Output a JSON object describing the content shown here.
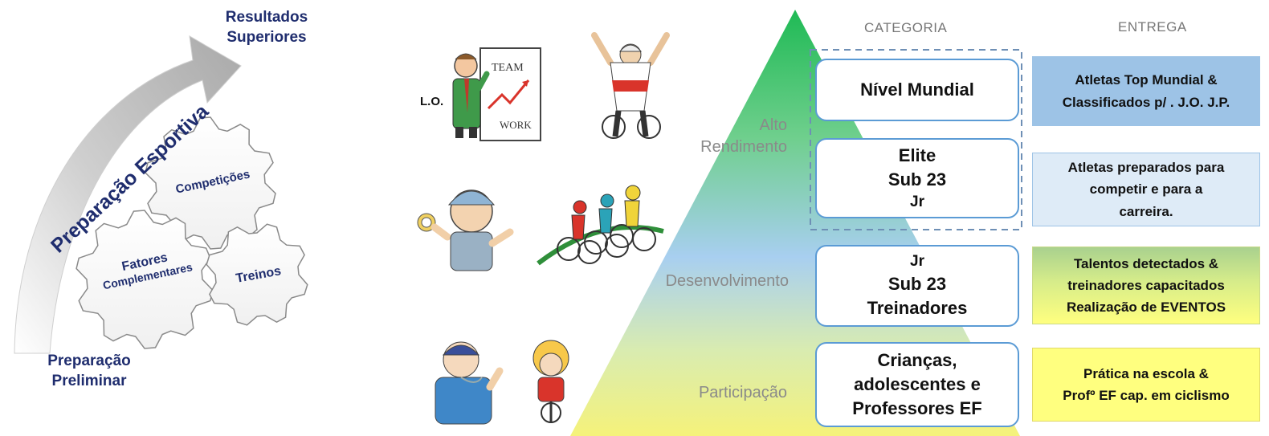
{
  "left": {
    "arrow_label": "Preparação Esportiva",
    "top_label_line1": "Resultados",
    "top_label_line2": "Superiores",
    "bottom_label_line1": "Preparação",
    "bottom_label_line2": "Preliminar",
    "gears": {
      "competicoes": "Competições",
      "fatores_line1": "Fatores",
      "fatores_line2": "Complementares",
      "treinos": "Treinos"
    }
  },
  "illustrations": {
    "lo_label": "L.O.",
    "board_text_1": "TEAM",
    "board_text_2": "WORK"
  },
  "pyramid": {
    "levels": {
      "alto_line1": "Alto",
      "alto_line2": "Rendimento",
      "desenvolvimento": "Desenvolvimento",
      "participacao": "Participação"
    }
  },
  "columns": {
    "categoria": "CATEGORIA",
    "entrega": "ENTREGA"
  },
  "categories": {
    "nivel_mundial": "Nível Mundial",
    "elite": {
      "l1": "Elite",
      "l2": "Sub 23",
      "l3": "Jr"
    },
    "jr": {
      "l1": "Jr",
      "l2": "Sub 23",
      "l3": "Treinadores"
    },
    "criancas": {
      "l1": "Crianças,",
      "l2": "adolescentes e",
      "l3": "Professores EF"
    }
  },
  "deliveries": {
    "d1": {
      "l1": "Atletas Top Mundial &",
      "l2": "Classificados p/ . J.O. J.P."
    },
    "d2": {
      "l1": "Atletas preparados para",
      "l2": "competir e para a",
      "l3": "carreira."
    },
    "d3": {
      "l1": "Talentos detectados &",
      "l2": "treinadores capacitados",
      "l3": "Realização de EVENTOS"
    },
    "d4": {
      "l1": "Prática na escola &",
      "l2": "Profº  EF cap. em ciclismo"
    }
  },
  "colors": {
    "navy": "#1f2d6e",
    "box_border": "#5b9bd5",
    "d1_fill": "#9dc3e6",
    "d2_fill": "#deebf7",
    "d4_fill": "#ffff7f",
    "pyramid_top": "#1fba55",
    "pyramid_mid": "#a8cff0",
    "pyramid_bottom": "#f5f27a"
  }
}
